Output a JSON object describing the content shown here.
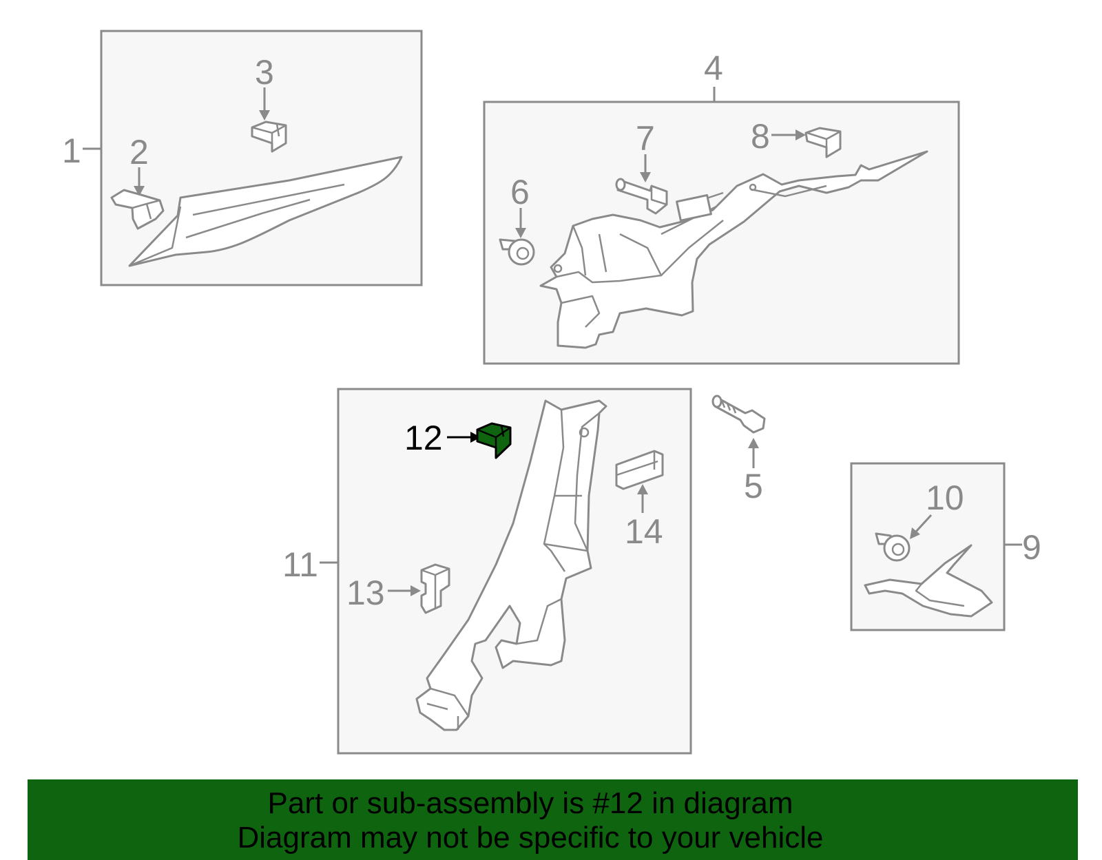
{
  "highlight_color": "#0f650f",
  "line_color": "#8a8a8a",
  "callouts": {
    "c1": "1",
    "c2": "2",
    "c3": "3",
    "c4": "4",
    "c5": "5",
    "c6": "6",
    "c7": "7",
    "c8": "8",
    "c9": "9",
    "c10": "10",
    "c11": "11",
    "c12": "12",
    "c13": "13",
    "c14": "14"
  },
  "highlighted_part": "12",
  "banner": {
    "line1": "Part or sub-assembly is #12 in diagram",
    "line2": "Diagram may not be specific to your vehicle"
  }
}
